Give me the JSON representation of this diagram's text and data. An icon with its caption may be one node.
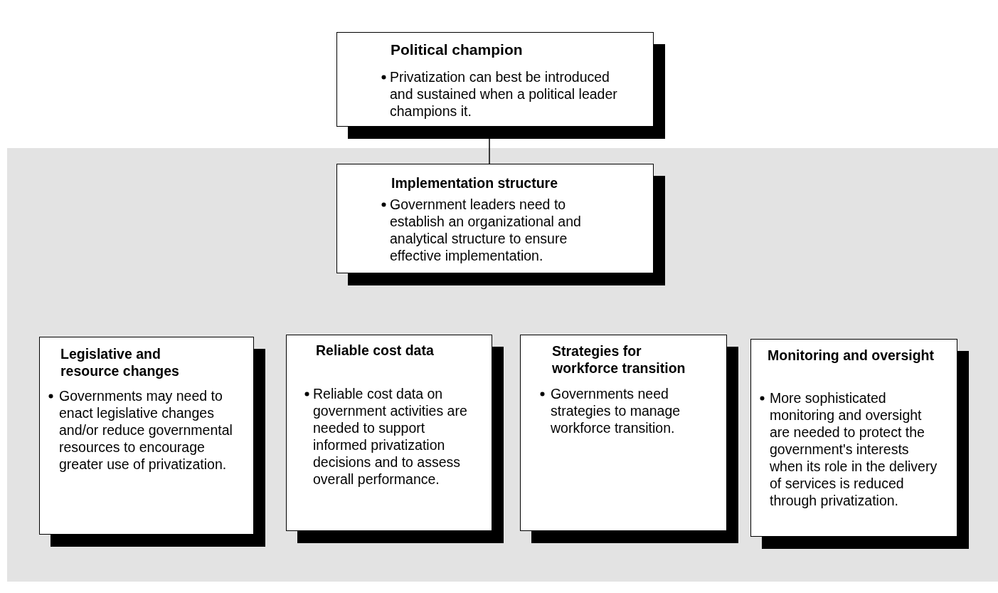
{
  "diagram": {
    "nodes": [
      {
        "text": [
          "Political champion",
          "Privatization can best be introduced and sustained when a political leader champions it."
        ]
      },
      {
        "text": [
          "Implementation structure",
          "Government leaders need to establish an organizational and analytical structure to ensure effective implementation."
        ]
      },
      {
        "text": [
          "Legislative and resource changes",
          "Governments may need to enact legislative changes and/or reduce governmental resources to encourage greater use of privatization."
        ]
      },
      {
        "text": [
          "Reliable cost data",
          "Reliable cost data on government activities are needed to support informed privatization decisions and to assess overall performance."
        ]
      },
      {
        "text": [
          "Strategies for workforce transition",
          "Governments need strategies to manage workforce transition."
        ]
      },
      {
        "text": [
          "Monitoring and oversight",
          "More sophisticated monitoring and oversight are needed to protect the government's interests when its role in the delivery of services is reduced through privatization."
        ]
      }
    ],
    "edges": [
      {
        "from": 0,
        "to": 1,
        "arrow": "none"
      }
    ]
  }
}
